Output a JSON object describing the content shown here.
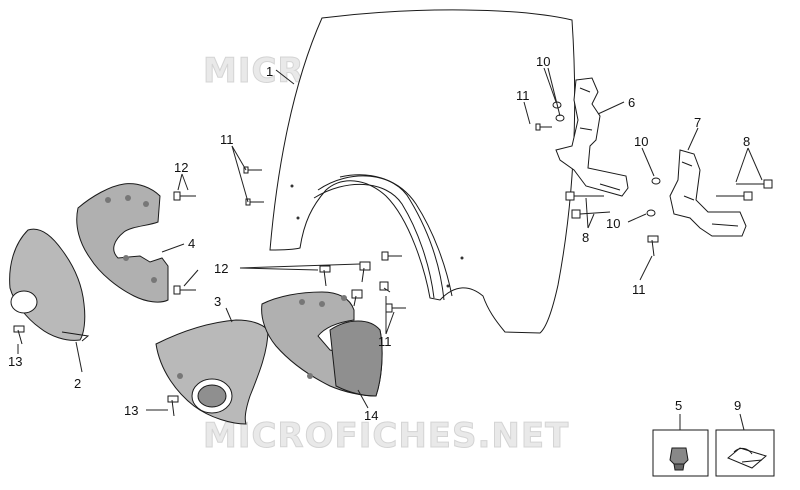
{
  "watermark": "MICROFICHES.NET",
  "colors": {
    "line": "#1a1a1a",
    "shell_fill": "#b9b9b9",
    "shell_dark": "#8f8f8f",
    "screen_fill": "#ffffff"
  },
  "callouts": {
    "c1": "1",
    "c2": "2",
    "c3": "3",
    "c4": "4",
    "c5": "5",
    "c6": "6",
    "c7": "7",
    "c8a": "8",
    "c8b": "8",
    "c9": "9",
    "c10a": "10",
    "c10b": "10",
    "c10c": "10",
    "c11a": "11",
    "c11b": "11",
    "c11c": "11",
    "c11d": "11",
    "c12a": "12",
    "c12b": "12",
    "c13a": "13",
    "c13b": "13",
    "c14": "14"
  }
}
